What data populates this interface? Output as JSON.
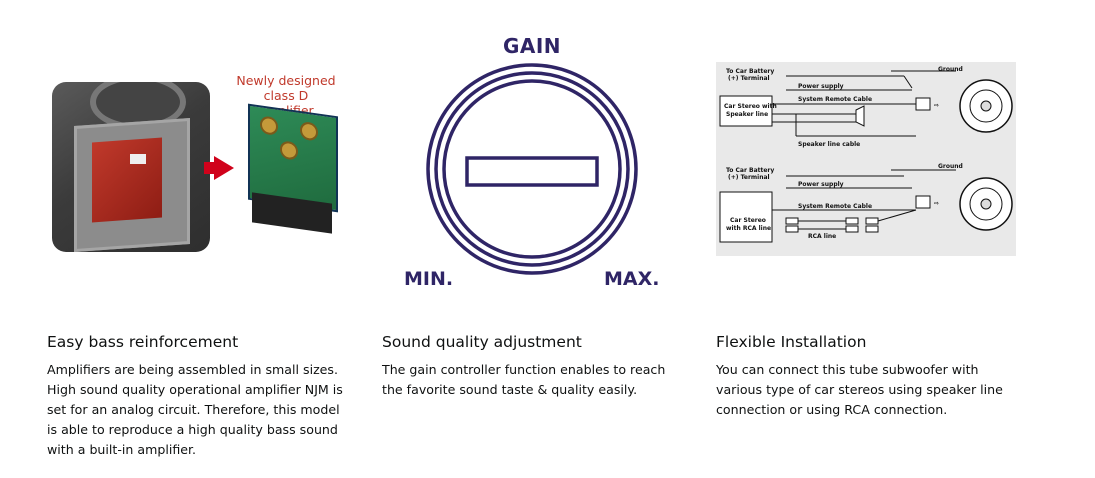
{
  "features": [
    {
      "heading": "Easy bass reinforcement",
      "description": "Amplifiers are being assembled in small sizes. High sound quality operational amplifier NJM is set for an analog circuit. Therefore, this model is able to reproduce a high quality bass sound with a built-in amplifier.",
      "image_label": "Newly designed class D amplifier"
    },
    {
      "heading": "Sound quality adjustment",
      "description": "The gain controller function enables to reach the favorite sound taste & quality easily.",
      "dial": {
        "title": "GAIN",
        "min": "MIN.",
        "max": "MAX."
      }
    },
    {
      "heading": "Flexible Installation",
      "description": "You can connect this tube subwoofer with various type of car stereos using speaker line connection or using RCA connection.",
      "diagram": {
        "top": {
          "battery": "To Car Battery (+) Terminal",
          "ground": "Ground",
          "power": "Power supply",
          "stereo": "Car Stereo with Speaker line",
          "remote": "System Remote Cable",
          "speaker": "Speaker line cable"
        },
        "bottom": {
          "battery": "To Car Battery (+) Terminal",
          "ground": "Ground",
          "power": "Power supply",
          "stereo": "Car Stereo with RCA line",
          "remote": "System Remote Cable",
          "rca": "RCA line"
        }
      }
    }
  ],
  "colors": {
    "dial": "#2f2566",
    "accent_red": "#d0021b",
    "text": "#0f1111"
  }
}
